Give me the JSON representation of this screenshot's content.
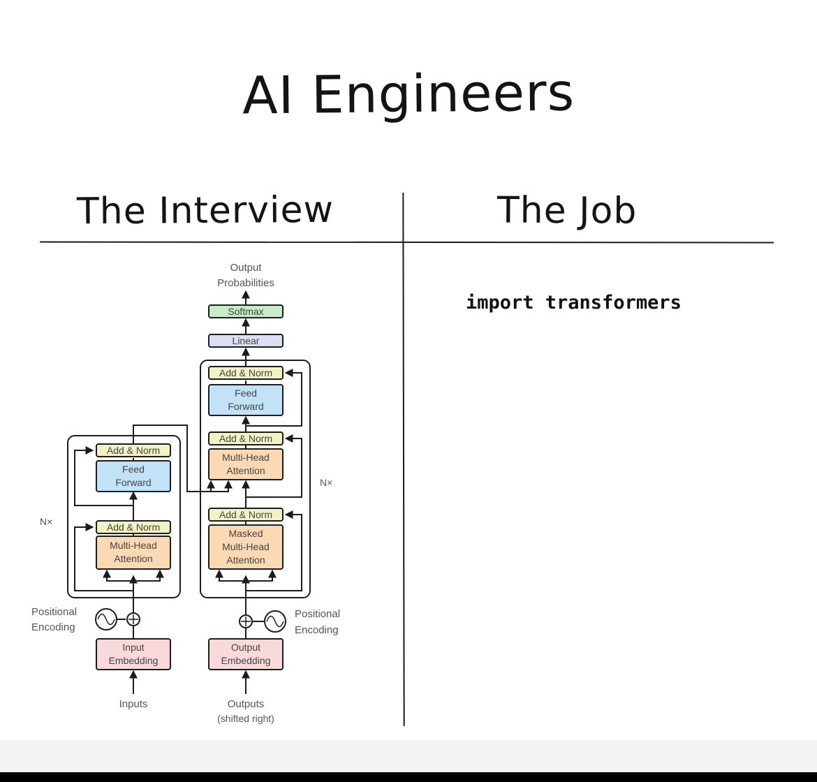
{
  "title": "AI Engineers",
  "columns": {
    "left_heading": "The Interview",
    "right_heading": "The Job"
  },
  "job_code": "import transformers",
  "diagram": {
    "output_probabilities": [
      "Output",
      "Probabilities"
    ],
    "softmax": "Softmax",
    "linear": "Linear",
    "add_norm": "Add & Norm",
    "feed_forward": [
      "Feed",
      "Forward"
    ],
    "multi_head_attention": [
      "Multi-Head",
      "Attention"
    ],
    "masked_multi_head_attention": [
      "Masked",
      "Multi-Head",
      "Attention"
    ],
    "nx": "N×",
    "positional_encoding": [
      "Positional",
      "Encoding"
    ],
    "input_embedding": [
      "Input",
      "Embedding"
    ],
    "output_embedding": [
      "Output",
      "Embedding"
    ],
    "inputs": "Inputs",
    "outputs": [
      "Outputs",
      "(shifted right)"
    ]
  },
  "colors": {
    "add_norm": "#f2f2c4",
    "feed_forward": "#c2e2f7",
    "attention": "#fbd9b4",
    "embedding": "#f9d9da",
    "softmax": "#c8ebc9",
    "linear": "#dcdff3",
    "line": "#1c1c1c",
    "label": "#555555"
  }
}
